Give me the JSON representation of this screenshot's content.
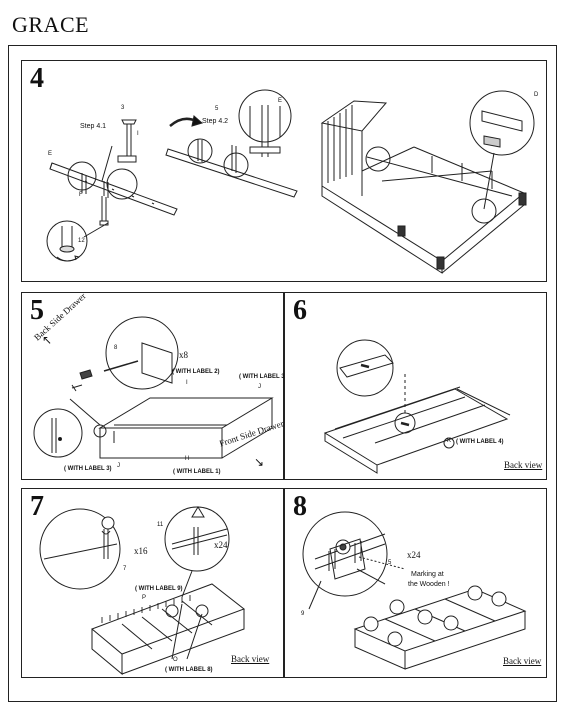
{
  "header": {
    "brand": "GRACE"
  },
  "steps": [
    {
      "number": "4",
      "labels": {
        "step1": "Step 4.1",
        "step2": "Step 4.2",
        "c3": "3",
        "cI": "I",
        "cE": "E",
        "cF": "F",
        "c12": "12",
        "c5": "5",
        "cE2": "E",
        "cD": "D"
      }
    },
    {
      "number": "5",
      "labels": {
        "back_side": "Back Side Drawer",
        "front_side": "Front Side Drawer",
        "qty": "x8",
        "c8": "8",
        "cI": "I",
        "cJ1": "J",
        "cJ2": "J",
        "cH": "H",
        "label2": "( WITH LABEL 2)",
        "label3a": "( WITH LABEL 3)",
        "label3b": "( WITH LABEL 3)",
        "label1": "( WITH LABEL 1)"
      }
    },
    {
      "number": "6",
      "labels": {
        "cK": "K",
        "label4": "( WITH LABEL 4)",
        "back_view": "Back view"
      }
    },
    {
      "number": "7",
      "labels": {
        "qty1": "x16",
        "qty2": "x24",
        "c7": "7",
        "c11": "11",
        "cP": "P",
        "cO": "O",
        "label9": "( WITH LABEL 9)",
        "label8": "( WITH LABEL 8)",
        "back_view": "Back view"
      }
    },
    {
      "number": "8",
      "labels": {
        "qty": "x24",
        "c5": "5",
        "c9": "9",
        "marking1": "Marking at",
        "marking2": "the Wooden !",
        "back_view": "Back view"
      }
    }
  ]
}
